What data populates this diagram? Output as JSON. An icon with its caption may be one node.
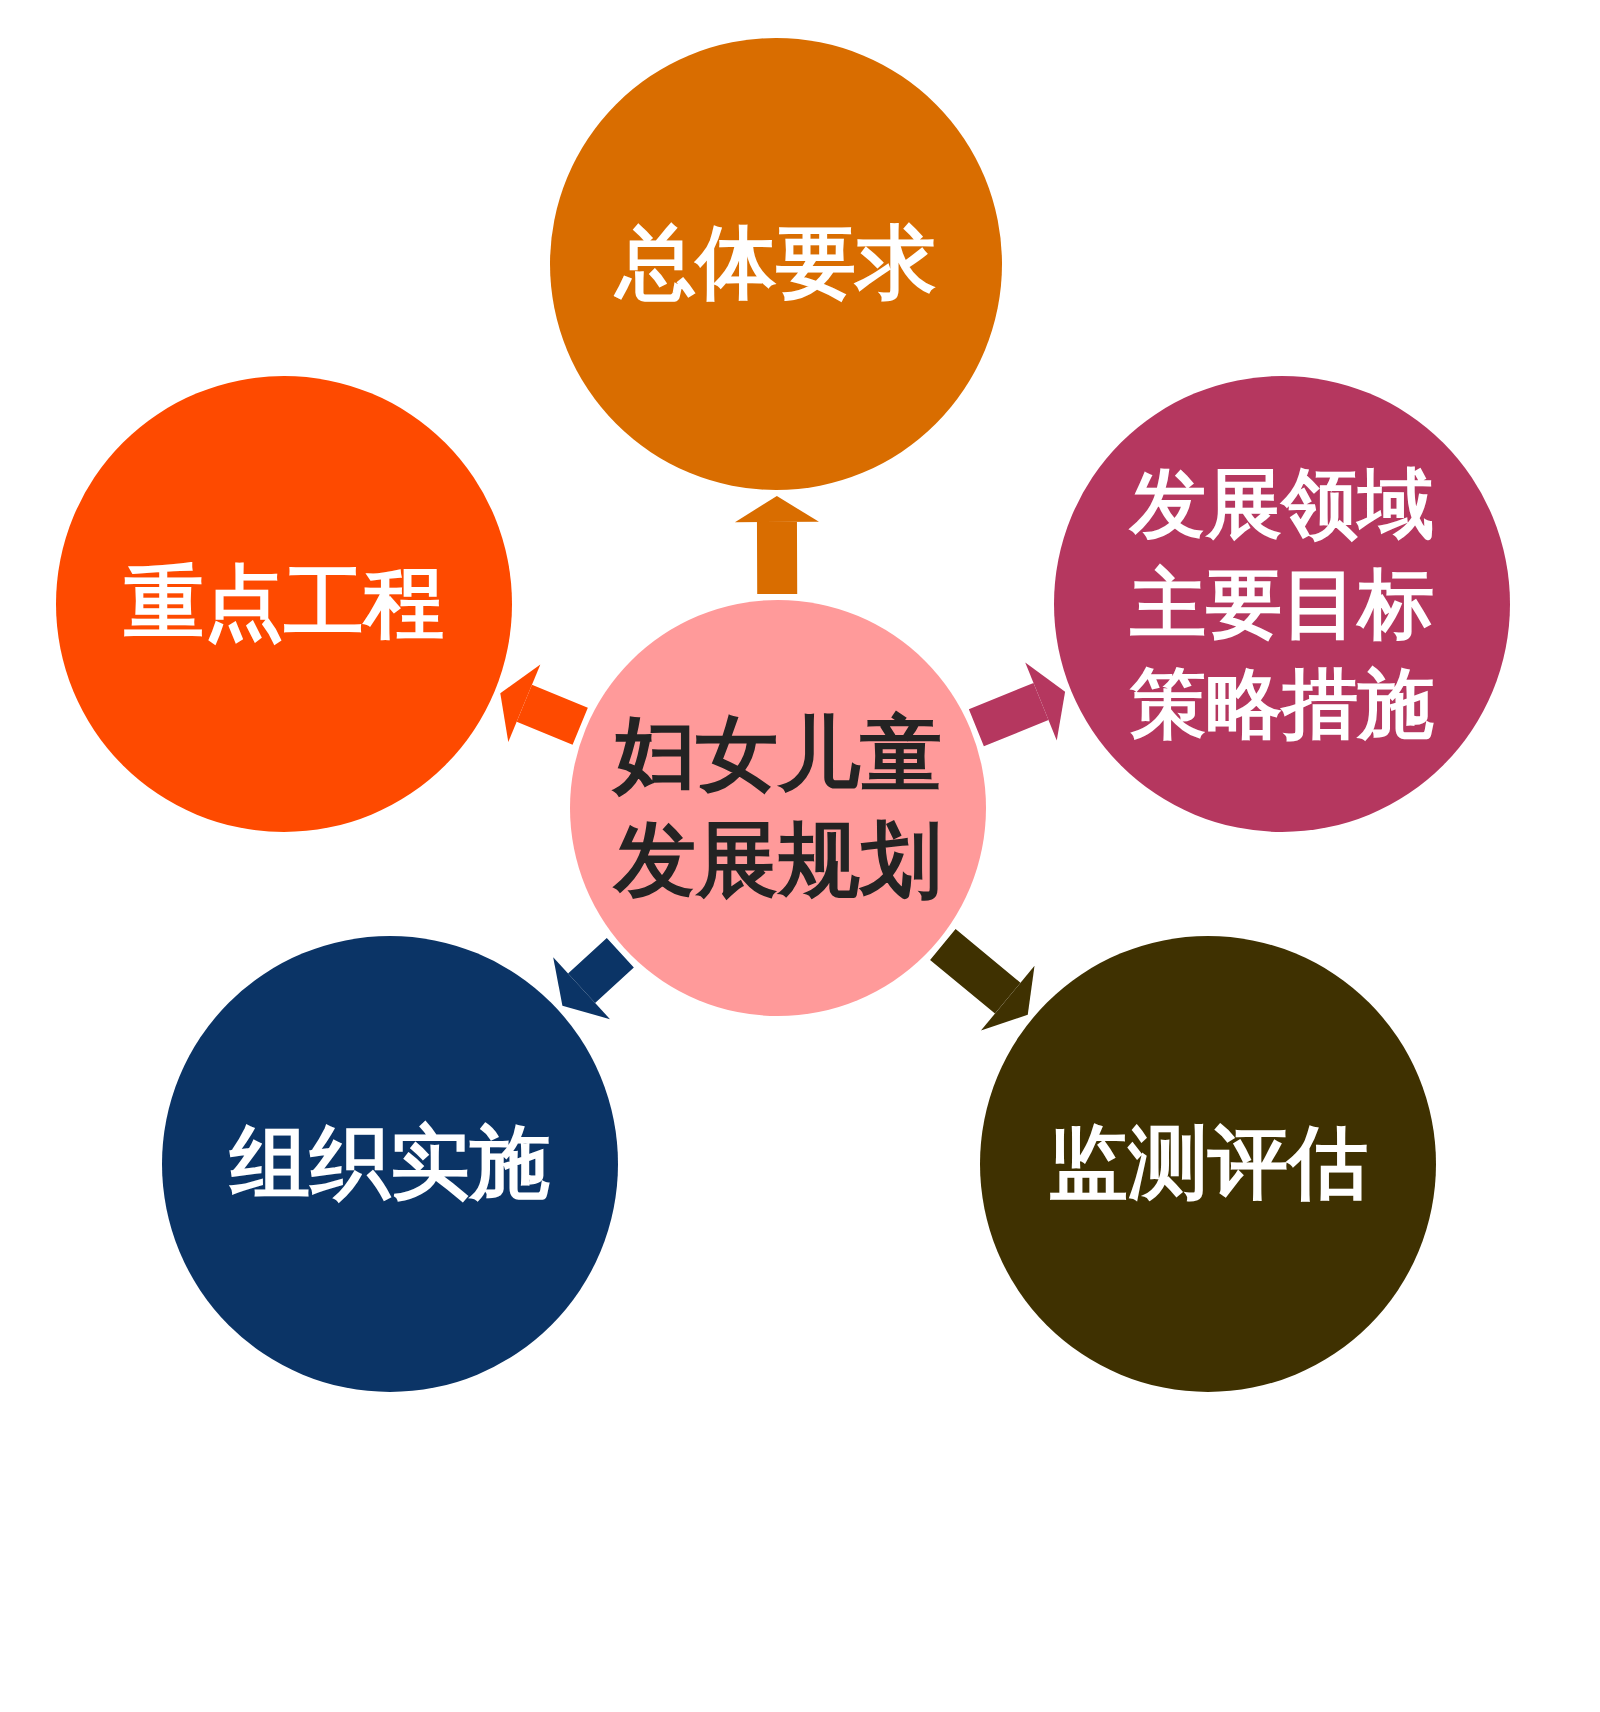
{
  "diagram": {
    "nodes": [
      {
        "text": [
          "总体要求"
        ]
      },
      {
        "text": [
          "重点工程"
        ]
      },
      {
        "text": [
          "发展领域",
          "主要目标",
          "策略措施"
        ]
      },
      {
        "text": [
          "妇女儿童发展规划"
        ]
      },
      {
        "text": [
          "组织实施"
        ]
      },
      {
        "text": [
          "监测评估"
        ]
      }
    ],
    "edges": [
      {
        "from": 3,
        "to": 0,
        "arrow": "to",
        "color": "#d96d00"
      },
      {
        "from": 3,
        "to": 1,
        "arrow": "to",
        "color": "#fe4a00"
      },
      {
        "from": 3,
        "to": 2,
        "arrow": "to",
        "color": "#b5375f"
      },
      {
        "from": 3,
        "to": 4,
        "arrow": "to",
        "color": "#0b3466"
      },
      {
        "from": 3,
        "to": 5,
        "arrow": "to",
        "color": "#3f3101"
      }
    ]
  }
}
